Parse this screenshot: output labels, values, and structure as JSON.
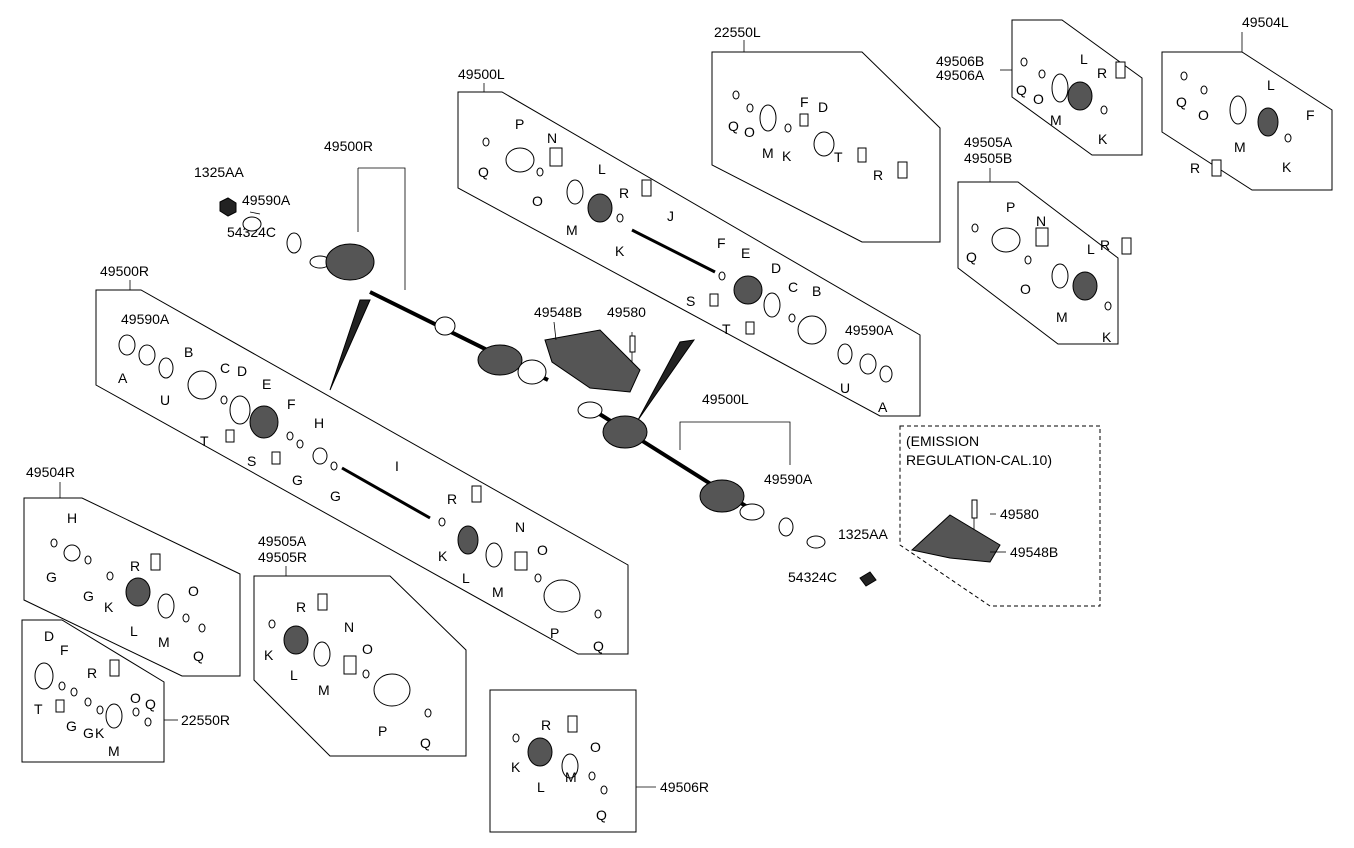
{
  "callouts": {
    "c49504L": "49504L",
    "c49506B": "49506B",
    "c49506A": "49506A",
    "c22550L": "22550L",
    "c49500L_top": "49500L",
    "c49500R_top": "49500R",
    "c1325AA_top": "1325AA",
    "c49590A_top": "49590A",
    "c54324C_top": "54324C",
    "c49500R_box": "49500R",
    "c49590A_left": "49590A",
    "c49548B_mid": "49548B",
    "c49580_mid": "49580",
    "c49505A_right": "49505A",
    "c49505B_right": "49505B",
    "c49590A_right": "49590A",
    "c49500L_mid": "49500L",
    "c49590A_mid": "49590A",
    "c1325AA_mid": "1325AA",
    "c54324C_mid": "54324C",
    "emission_1": "(EMISSION",
    "emission_2": "REGULATION-CAL.10)",
    "c49580_em": "49580",
    "c49548B_em": "49548B",
    "c49504R": "49504R",
    "c49505A_left": "49505A",
    "c49505R": "49505R",
    "c22550R": "22550R",
    "c49506R": "49506R"
  },
  "letters": {
    "A": "A",
    "B": "B",
    "C": "C",
    "D": "D",
    "E": "E",
    "F": "F",
    "G": "G",
    "H": "H",
    "I": "I",
    "J": "J",
    "K": "K",
    "L": "L",
    "M": "M",
    "N": "N",
    "O": "O",
    "P": "P",
    "Q": "Q",
    "R": "R",
    "S": "S",
    "T": "T",
    "U": "U"
  }
}
